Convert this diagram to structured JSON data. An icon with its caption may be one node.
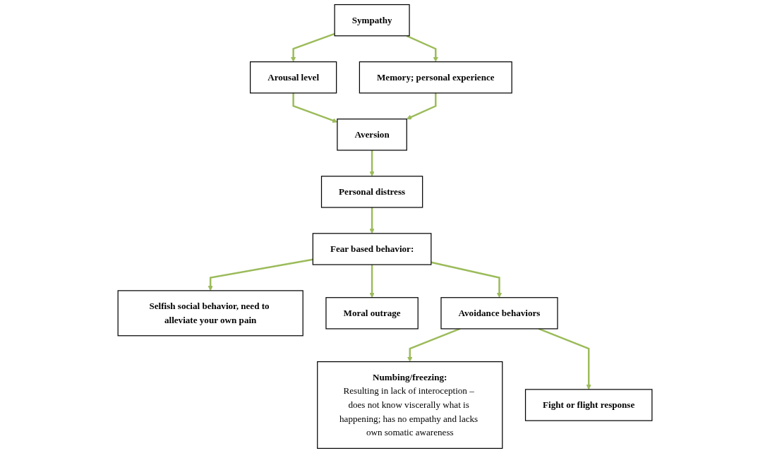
{
  "diagram": {
    "nodes": [
      {
        "text": [
          "Sympathy"
        ]
      },
      {
        "text": [
          "Arousal level"
        ]
      },
      {
        "text": [
          "Memory; personal experience"
        ]
      },
      {
        "text": [
          "Aversion"
        ]
      },
      {
        "text": [
          "Personal distress"
        ]
      },
      {
        "text": [
          "Fear based behavior:"
        ]
      },
      {
        "text": [
          "Selfish social behavior, need to alleviate your own pain"
        ]
      },
      {
        "text": [
          "Moral outrage"
        ]
      },
      {
        "text": [
          "Avoidance behaviors"
        ]
      },
      {
        "text": [
          "Numbing/freezing:",
          "Resulting in lack of interoception – does not know viscerally what is happening; has no empathy and lacks own somatic awareness"
        ]
      },
      {
        "text": [
          "Fight or flight response"
        ]
      }
    ],
    "edges": [
      {
        "from": 0,
        "to": 1,
        "arrow": "to"
      },
      {
        "from": 0,
        "to": 2,
        "arrow": "to"
      },
      {
        "from": 1,
        "to": 3,
        "arrow": "to"
      },
      {
        "from": 2,
        "to": 3,
        "arrow": "to"
      },
      {
        "from": 3,
        "to": 4,
        "arrow": "to"
      },
      {
        "from": 4,
        "to": 5,
        "arrow": "to"
      },
      {
        "from": 5,
        "to": 6,
        "arrow": "to"
      },
      {
        "from": 5,
        "to": 7,
        "arrow": "to"
      },
      {
        "from": 5,
        "to": 8,
        "arrow": "to"
      },
      {
        "from": 8,
        "to": 9,
        "arrow": "to"
      },
      {
        "from": 8,
        "to": 10,
        "arrow": "to"
      }
    ]
  }
}
